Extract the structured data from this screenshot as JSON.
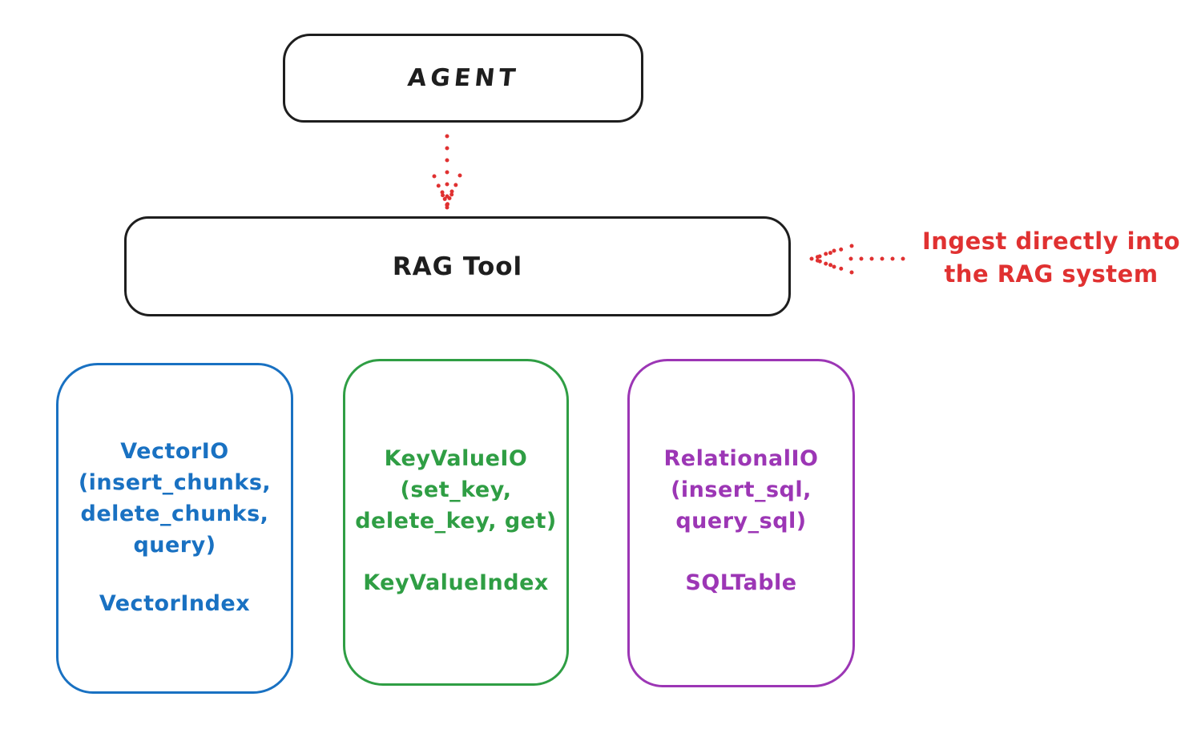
{
  "diagram": {
    "agent": {
      "label": "AGENT"
    },
    "rag_tool": {
      "label": "RAG Tool"
    },
    "annotation": {
      "text": "Ingest directly into\nthe RAG system"
    },
    "modules": [
      {
        "id": "vector-io",
        "title": "VectorIO\n(insert_chunks,\ndelete_chunks,\nquery)",
        "index_label": "VectorIndex",
        "color": "#1971c2"
      },
      {
        "id": "keyvalue-io",
        "title": "KeyValueIO\n(set_key,\ndelete_key, get)",
        "index_label": "KeyValueIndex",
        "color": "#2f9e44"
      },
      {
        "id": "relational-io",
        "title": "RelationalIO\n(insert_sql,\nquery_sql)",
        "index_label": "SQLTable",
        "color": "#9c36b5"
      }
    ],
    "colors": {
      "node_stroke": "#1e1e1e",
      "arrow_red": "#e03131",
      "vector_blue": "#1971c2",
      "keyvalue_green": "#2f9e44",
      "relational_purple": "#9c36b5",
      "background": "#ffffff"
    }
  }
}
